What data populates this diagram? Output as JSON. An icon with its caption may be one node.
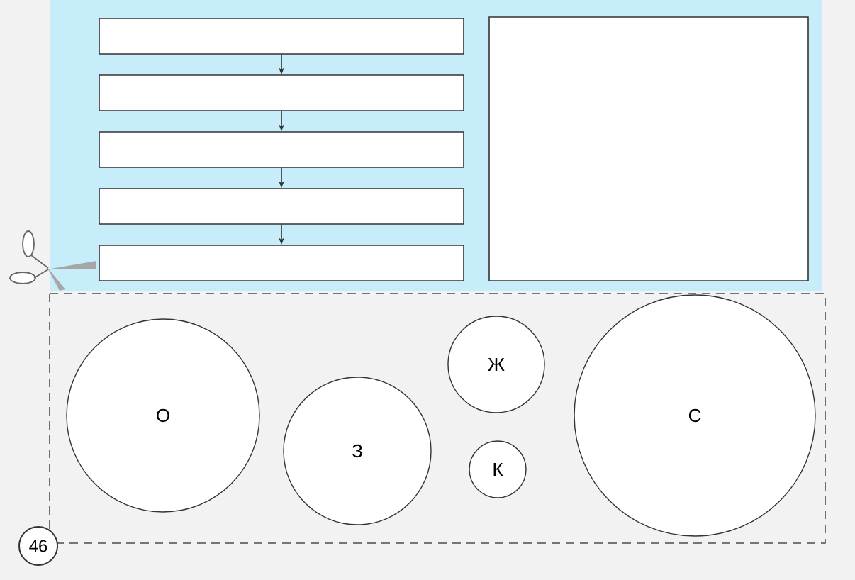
{
  "diagram": {
    "nodes": [
      {
        "text": [],
        "shape": "box"
      },
      {
        "text": [],
        "shape": "box"
      },
      {
        "text": [],
        "shape": "box"
      },
      {
        "text": [],
        "shape": "box"
      },
      {
        "text": [],
        "shape": "box"
      },
      {
        "text": [],
        "shape": "box"
      },
      {
        "text": [
          "О"
        ]
      },
      {
        "text": [
          "З"
        ]
      },
      {
        "text": [
          "Ж"
        ]
      },
      {
        "text": [
          "К"
        ]
      },
      {
        "text": [
          "С"
        ]
      },
      {
        "text": [
          "46"
        ]
      }
    ],
    "edges": [
      {
        "from": 0,
        "to": 1,
        "arrow": "to"
      },
      {
        "from": 1,
        "to": 2,
        "arrow": "to"
      },
      {
        "from": 2,
        "to": 3,
        "arrow": "to"
      },
      {
        "from": 3,
        "to": 4,
        "arrow": "to"
      }
    ]
  }
}
